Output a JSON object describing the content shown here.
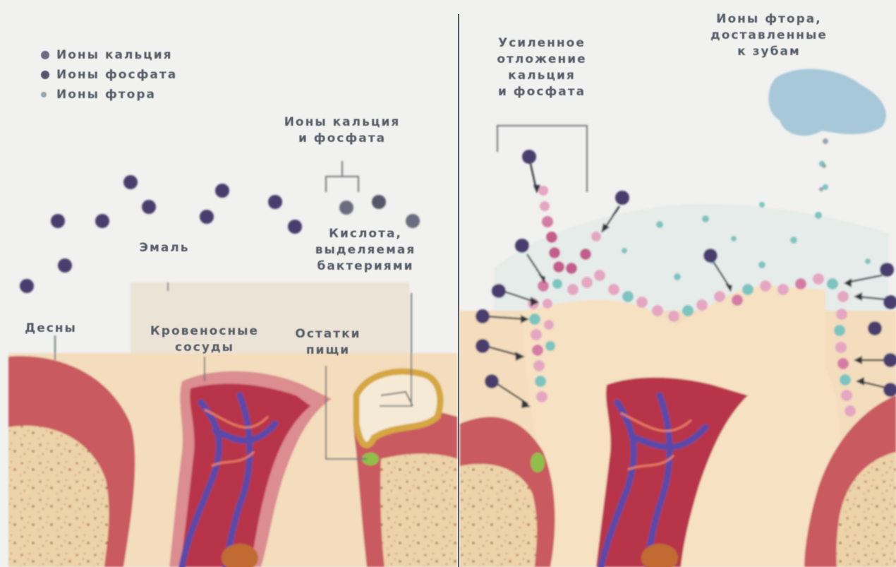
{
  "legend": [
    {
      "label": "Ионы кальция",
      "color": "#6b6d7e",
      "icon": "calcium-ion-dot"
    },
    {
      "label": "Ионы фосфата",
      "color": "#55576a",
      "icon": "phosphate-ion-dot"
    },
    {
      "label": "Ионы фтора",
      "color": "#9aa3a8",
      "icon": "fluoride-ion-dot"
    }
  ],
  "left_panel": {
    "ions_label_line1": "Ионы кальция",
    "ions_label_line2": "и фосфата",
    "enamel_label": "Эмаль",
    "acid_label_line1": "Кислота,",
    "acid_label_line2": "выделяемая",
    "acid_label_line3": "бактериями",
    "gum_label": "Десны",
    "vessels_label_line1": "Кровеносные",
    "vessels_label_line2": "сосуды",
    "food_label_line1": "Остатки",
    "food_label_line2": "пищи"
  },
  "right_panel": {
    "deposit_label_line1": "Усиленное",
    "deposit_label_line2": "отложение",
    "deposit_label_line3": "кальция",
    "deposit_label_line4": "и фосфата",
    "fluoride_label_line1": "Ионы фтора,",
    "fluoride_label_line2": "доставленные",
    "fluoride_label_line3": "к зубам"
  },
  "colors": {
    "background": "#f1f1ef",
    "gum": "#c95a5e",
    "dentin": "#f3ddbd",
    "bone": "#ecd3a8",
    "pulp_red": "#b8344a",
    "pulp_blue": "#5a4aa8",
    "ion_dark": "#4a3c6e",
    "ion_pink": "#e5a6c2",
    "ion_teal": "#7cc4c0",
    "plaque": "#d6a640",
    "decay_green": "#8fbf4a"
  }
}
